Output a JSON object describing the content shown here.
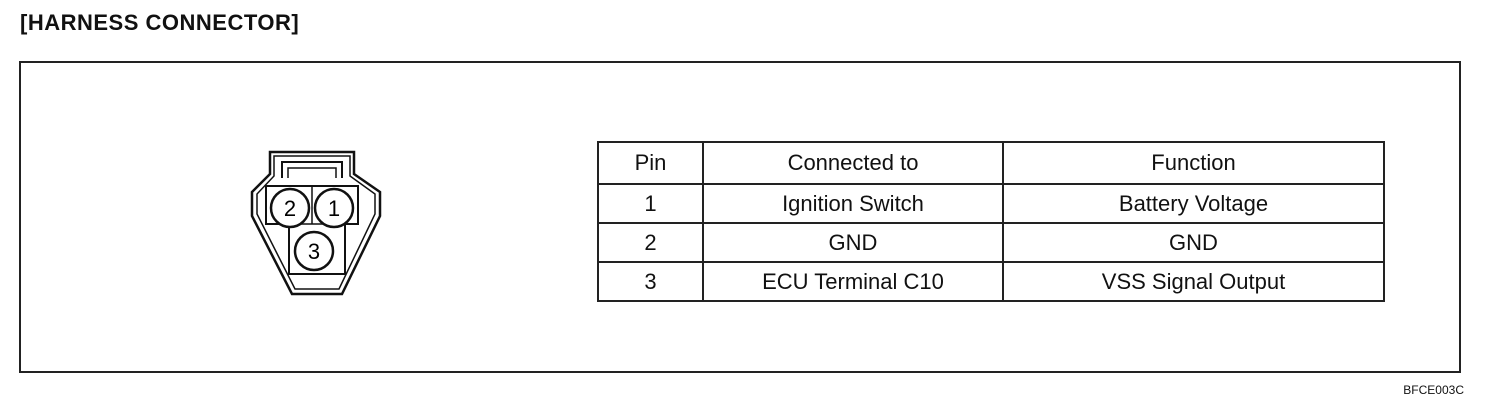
{
  "title": "[HARNESS CONNECTOR]",
  "connector": {
    "pins": [
      "2",
      "1",
      "3"
    ]
  },
  "table": {
    "headers": [
      "Pin",
      "Connected to",
      "Function"
    ],
    "rows": [
      {
        "pin": "1",
        "connected_to": "Ignition Switch",
        "function": "Battery Voltage"
      },
      {
        "pin": "2",
        "connected_to": "GND",
        "function": "GND"
      },
      {
        "pin": "3",
        "connected_to": "ECU Terminal C10",
        "function": "VSS Signal Output"
      }
    ]
  },
  "figure_code": "BFCE003C"
}
